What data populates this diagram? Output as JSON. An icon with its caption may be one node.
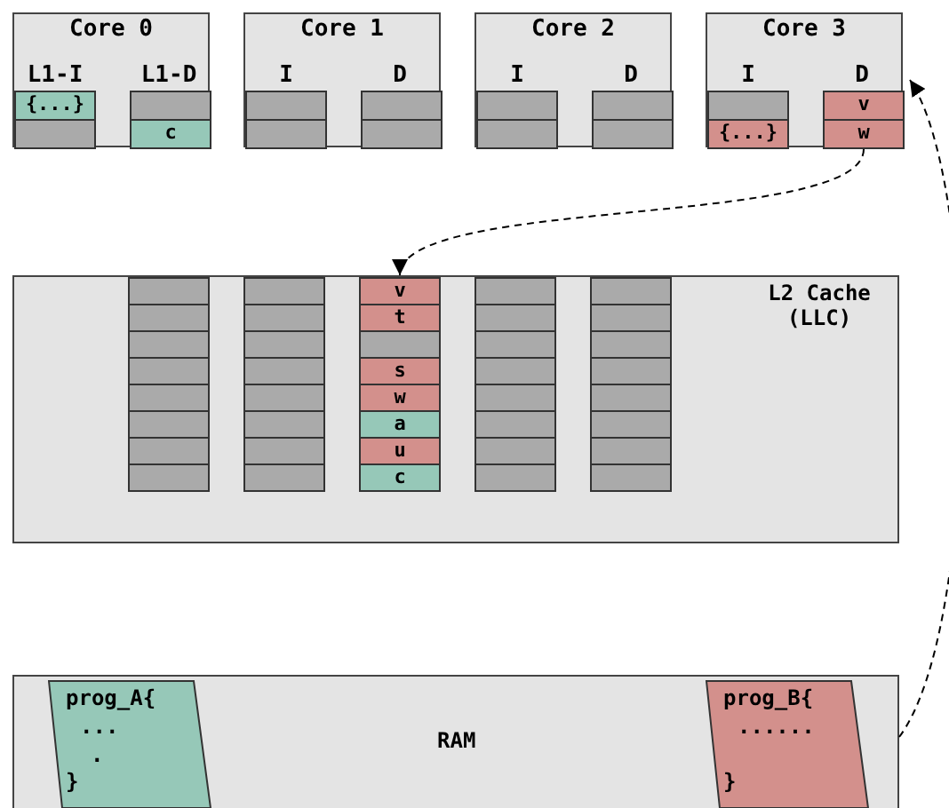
{
  "diagram": {
    "nodes": [
      {
        "text": [
          "Core 0",
          "L1-I",
          "L1-D"
        ]
      },
      {
        "text": [
          "{...}"
        ],
        "in": 0
      },
      {
        "text": [],
        "shape": "box",
        "in": 0
      },
      {
        "text": [],
        "shape": "box",
        "in": 0
      },
      {
        "text": [
          "c"
        ],
        "in": 0
      },
      {
        "text": [
          "Core 1",
          "I",
          "D"
        ]
      },
      {
        "text": [],
        "shape": "box",
        "in": 5
      },
      {
        "text": [],
        "shape": "box",
        "in": 5
      },
      {
        "text": [],
        "shape": "box",
        "in": 5
      },
      {
        "text": [],
        "shape": "box",
        "in": 5
      },
      {
        "text": [
          "Core 2",
          "I",
          "D"
        ]
      },
      {
        "text": [],
        "shape": "box",
        "in": 10
      },
      {
        "text": [],
        "shape": "box",
        "in": 10
      },
      {
        "text": [],
        "shape": "box",
        "in": 10
      },
      {
        "text": [],
        "shape": "box",
        "in": 10
      },
      {
        "text": [
          "Core 3",
          "I",
          "D"
        ]
      },
      {
        "text": [],
        "shape": "box",
        "in": 15
      },
      {
        "text": [
          "v"
        ],
        "in": 15
      },
      {
        "text": [
          "{...}"
        ],
        "in": 15
      },
      {
        "text": [
          "w"
        ],
        "in": 15
      },
      {
        "text": [
          "L2 Cache (LLC)"
        ]
      },
      {
        "text": [],
        "shape": "box",
        "in": 20
      },
      {
        "text": [],
        "shape": "box",
        "in": 20
      },
      {
        "text": [
          "v"
        ],
        "in": 20
      },
      {
        "text": [],
        "shape": "box",
        "in": 20
      },
      {
        "text": [],
        "shape": "box",
        "in": 20
      },
      {
        "text": [],
        "shape": "box",
        "in": 20
      },
      {
        "text": [],
        "shape": "box",
        "in": 20
      },
      {
        "text": [
          "t"
        ],
        "in": 20
      },
      {
        "text": [],
        "shape": "box",
        "in": 20
      },
      {
        "text": [],
        "shape": "box",
        "in": 20
      },
      {
        "text": [],
        "shape": "box",
        "in": 20
      },
      {
        "text": [],
        "shape": "box",
        "in": 20
      },
      {
        "text": [],
        "shape": "box",
        "in": 20
      },
      {
        "text": [],
        "shape": "box",
        "in": 20
      },
      {
        "text": [],
        "shape": "box",
        "in": 20
      },
      {
        "text": [],
        "shape": "box",
        "in": 20
      },
      {
        "text": [],
        "shape": "box",
        "in": 20
      },
      {
        "text": [
          "s"
        ],
        "in": 20
      },
      {
        "text": [],
        "shape": "box",
        "in": 20
      },
      {
        "text": [],
        "shape": "box",
        "in": 20
      },
      {
        "text": [],
        "shape": "box",
        "in": 20
      },
      {
        "text": [],
        "shape": "box",
        "in": 20
      },
      {
        "text": [
          "w"
        ],
        "in": 20
      },
      {
        "text": [],
        "shape": "box",
        "in": 20
      },
      {
        "text": [],
        "shape": "box",
        "in": 20
      },
      {
        "text": [],
        "shape": "box",
        "in": 20
      },
      {
        "text": [],
        "shape": "box",
        "in": 20
      },
      {
        "text": [
          "a"
        ],
        "in": 20
      },
      {
        "text": [],
        "shape": "box",
        "in": 20
      },
      {
        "text": [],
        "shape": "box",
        "in": 20
      },
      {
        "text": [],
        "shape": "box",
        "in": 20
      },
      {
        "text": [],
        "shape": "box",
        "in": 20
      },
      {
        "text": [
          "u"
        ],
        "in": 20
      },
      {
        "text": [],
        "shape": "box",
        "in": 20
      },
      {
        "text": [],
        "shape": "box",
        "in": 20
      },
      {
        "text": [],
        "shape": "box",
        "in": 20
      },
      {
        "text": [],
        "shape": "box",
        "in": 20
      },
      {
        "text": [
          "c"
        ],
        "in": 20
      },
      {
        "text": [],
        "shape": "box",
        "in": 20
      },
      {
        "text": [],
        "shape": "box",
        "in": 20
      },
      {
        "text": [
          "RAM"
        ]
      },
      {
        "text": [
          "prog_A{",
          "...",
          ".",
          "}"
        ],
        "in": 61
      },
      {
        "text": [
          "prog_B{",
          "......",
          "}"
        ],
        "in": 61
      }
    ],
    "edges": [
      {
        "from": 19,
        "to": 23,
        "arrow": "to",
        "style": "dashed"
      },
      {
        "from": 61,
        "to": 15,
        "arrow": "to",
        "style": "dashed"
      }
    ]
  }
}
